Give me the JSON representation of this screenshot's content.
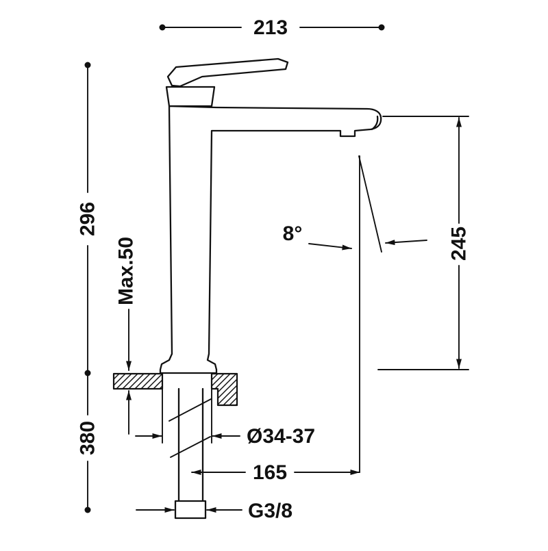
{
  "colors": {
    "line": "#111111",
    "background": "#ffffff"
  },
  "labels": {
    "width_top": "213",
    "height_above_deck": "296",
    "max_deck_thickness": "Max.50",
    "height_below_deck": "380",
    "outlet_height": "245",
    "spout_angle": "8°",
    "hole_diameter": "Ø34-37",
    "outlet_offset": "165",
    "connection_thread": "G3/8"
  }
}
